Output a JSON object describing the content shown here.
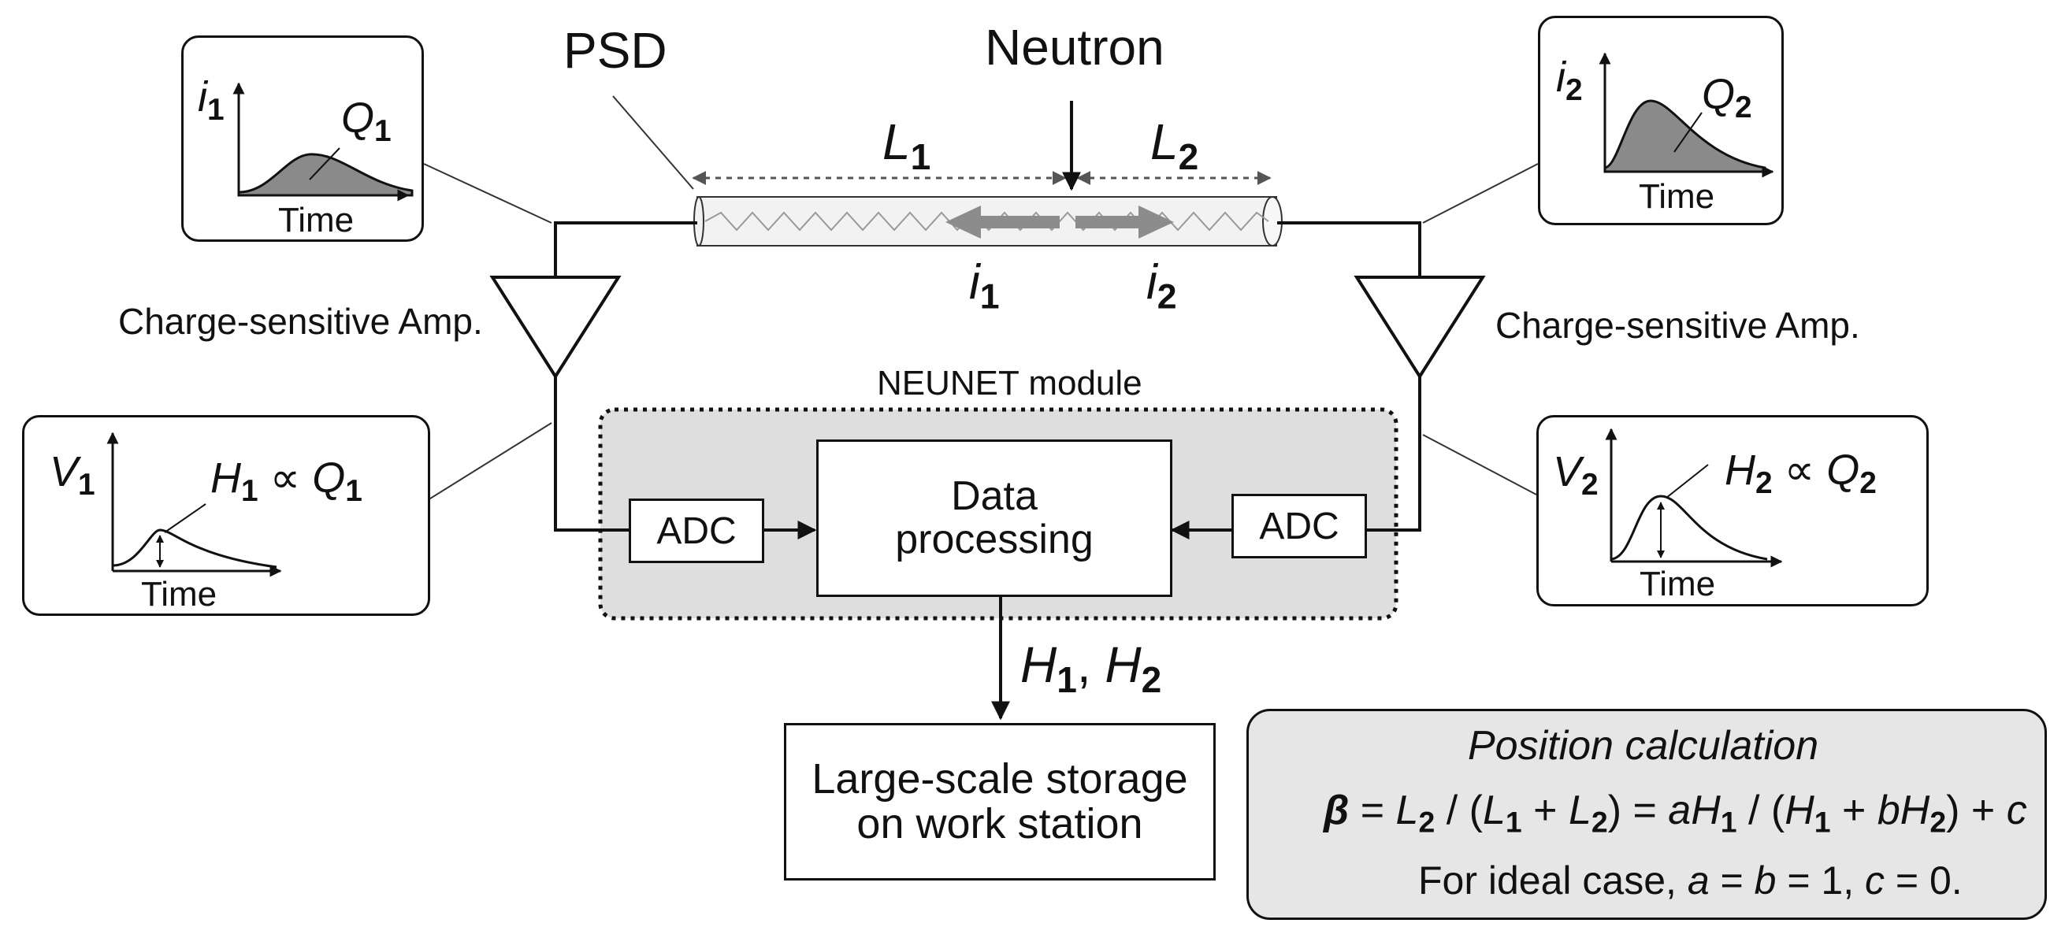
{
  "labels": {
    "psd": "PSD",
    "neutron": "Neutron",
    "l1": {
      "sym": "L",
      "sub": "1"
    },
    "l2": {
      "sym": "L",
      "sub": "2"
    },
    "i1": {
      "sym": "i",
      "sub": "1"
    },
    "i2": {
      "sym": "i",
      "sub": "2"
    },
    "amp_left": "Charge-sensitive Amp.",
    "amp_right": "Charge-sensitive Amp.",
    "module": "NEUNET module",
    "adc_left": "ADC",
    "adc_right": "ADC",
    "data_processing": {
      "line1": "Data",
      "line2": "processing"
    },
    "h_output": {
      "h": "H",
      "s1": "1",
      "comma": ", ",
      "h2": "H",
      "s2": "2"
    },
    "storage": {
      "line1": "Large-scale storage",
      "line2": "on work station"
    }
  },
  "graphs": {
    "current_left": {
      "ylabel": "i",
      "ysub": "1",
      "area": "Q",
      "area_sub": "1",
      "xlabel": "Time"
    },
    "current_right": {
      "ylabel": "i",
      "ysub": "2",
      "area": "Q",
      "area_sub": "2",
      "xlabel": "Time"
    },
    "voltage_left": {
      "ylabel": "V",
      "ysub": "1",
      "rel_h": "H",
      "rel_h_sub": "1",
      "rel_sym": " ∝ ",
      "rel_q": "Q",
      "rel_q_sub": "1",
      "xlabel": "Time"
    },
    "voltage_right": {
      "ylabel": "V",
      "ysub": "2",
      "rel_h": "H",
      "rel_h_sub": "2",
      "rel_sym": " ∝ ",
      "rel_q": "Q",
      "rel_q_sub": "2",
      "xlabel": "Time"
    }
  },
  "position_calc": {
    "title": "Position calculation",
    "formula": {
      "beta": "β",
      "eq1": " = ",
      "l2": "L",
      "l2s": "2",
      "div1": " / (",
      "l1b": "L",
      "l1bs": "1",
      "plus1": " + ",
      "l2b": "L",
      "l2bs": "2",
      "close1": ") = ",
      "a": "a",
      "h1": "H",
      "h1s": "1",
      "div2": " / (",
      "h1b": "H",
      "h1bs": "1",
      "plus2": " + ",
      "b": "b",
      "h2": "H",
      "h2s": "2",
      "close2": ") + ",
      "c": "c"
    },
    "ideal": {
      "prefix": "For ideal case, ",
      "a": "a",
      "eq": " = ",
      "b": "b",
      "eq2": " = 1, ",
      "c": "c",
      "eq3": " = 0."
    }
  },
  "colors": {
    "line": "#111111",
    "area_fill": "#8a8a8a",
    "module_fill": "#dedede",
    "calc_fill": "#e6e6e6",
    "arrow_gray": "#8c8c8c",
    "tube_fill": "#f2f2f2"
  }
}
